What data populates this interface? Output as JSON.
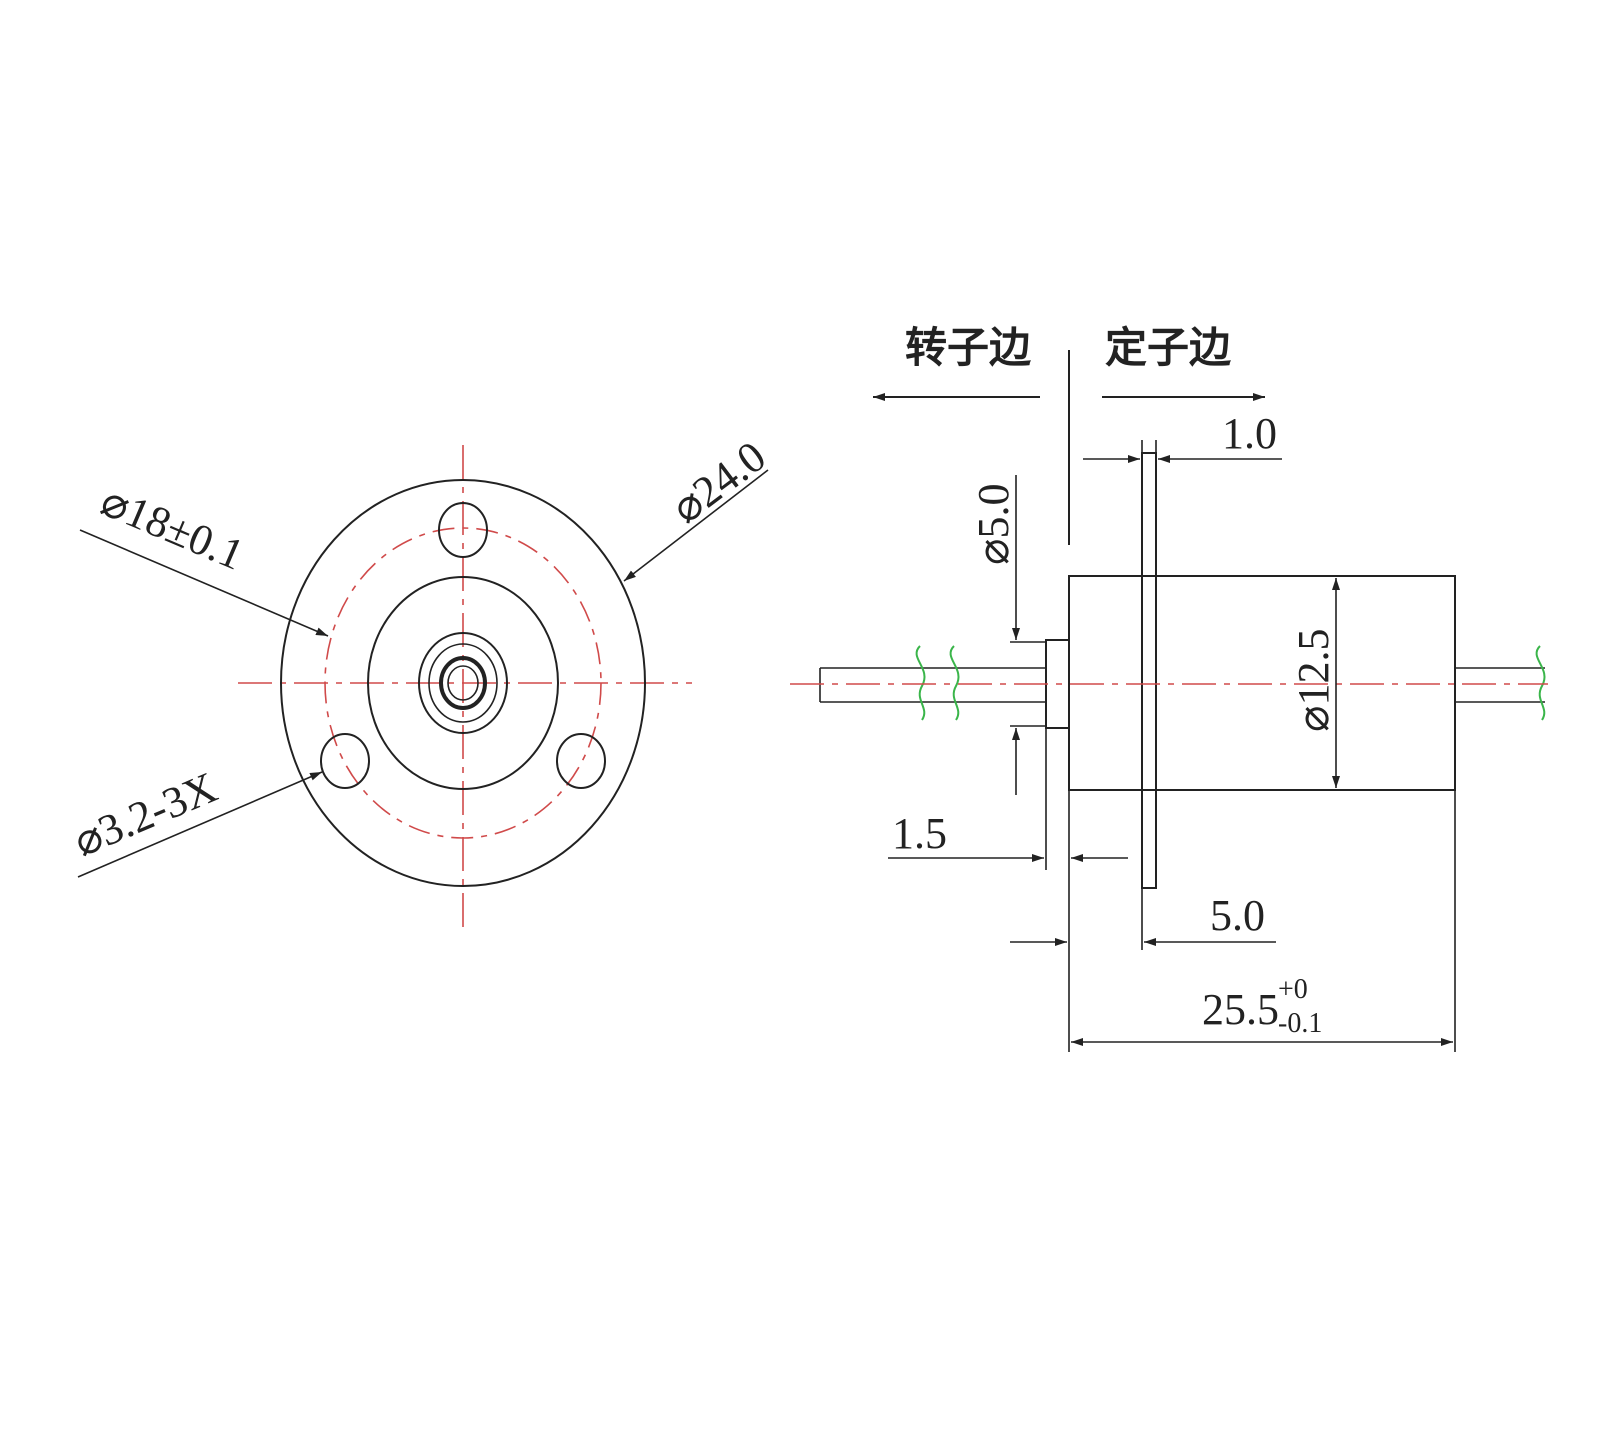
{
  "labels": {
    "rotor_side": "转子边",
    "stator_side": "定子边"
  },
  "dimensions": {
    "pcd": "⌀18±0.1",
    "outer_diameter": "⌀24.0",
    "holes": "⌀3.2-3X",
    "shaft_diameter": "⌀5.0",
    "flange_thickness": "1.0",
    "body_diameter": "⌀12.5",
    "collar_length": "1.5",
    "front_length": "5.0",
    "total_length": "25.5",
    "total_tol_upper": "+0",
    "total_tol_lower": "-0.1"
  },
  "colors": {
    "line": "#222222",
    "centerline": "#d04a4a",
    "break_mark": "#3ab54a"
  }
}
